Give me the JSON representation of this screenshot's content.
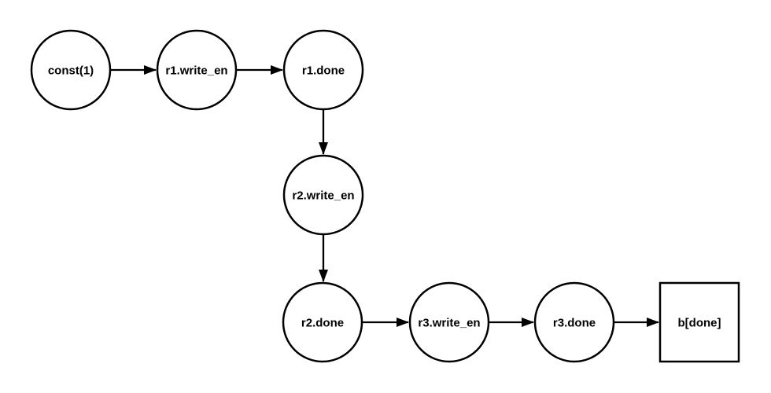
{
  "diagram": {
    "background_color": "#ffffff",
    "stroke_color": "#000000",
    "text_color": "#000000",
    "nodes": [
      {
        "id": "const_1",
        "label": "const(1)",
        "shape": "circle"
      },
      {
        "id": "r1_write_en",
        "label": "r1.write_en",
        "shape": "circle"
      },
      {
        "id": "r1_done",
        "label": "r1.done",
        "shape": "circle"
      },
      {
        "id": "r2_write_en",
        "label": "r2.write_en",
        "shape": "circle"
      },
      {
        "id": "r2_done",
        "label": "r2.done",
        "shape": "circle"
      },
      {
        "id": "r3_write_en",
        "label": "r3.write_en",
        "shape": "circle"
      },
      {
        "id": "r3_done",
        "label": "r3.done",
        "shape": "circle"
      },
      {
        "id": "b_done",
        "label": "b[done]",
        "shape": "square"
      }
    ],
    "edges": [
      {
        "from": "const(1)",
        "to": "r1.write_en",
        "direction": "right"
      },
      {
        "from": "r1.write_en",
        "to": "r1.done",
        "direction": "right"
      },
      {
        "from": "r1.done",
        "to": "r2.write_en",
        "direction": "down"
      },
      {
        "from": "r2.write_en",
        "to": "r2.done",
        "direction": "down"
      },
      {
        "from": "r2.done",
        "to": "r3.write_en",
        "direction": "right"
      },
      {
        "from": "r3.write_en",
        "to": "r3.done",
        "direction": "right"
      },
      {
        "from": "r3.done",
        "to": "b[done]",
        "direction": "right"
      }
    ]
  }
}
